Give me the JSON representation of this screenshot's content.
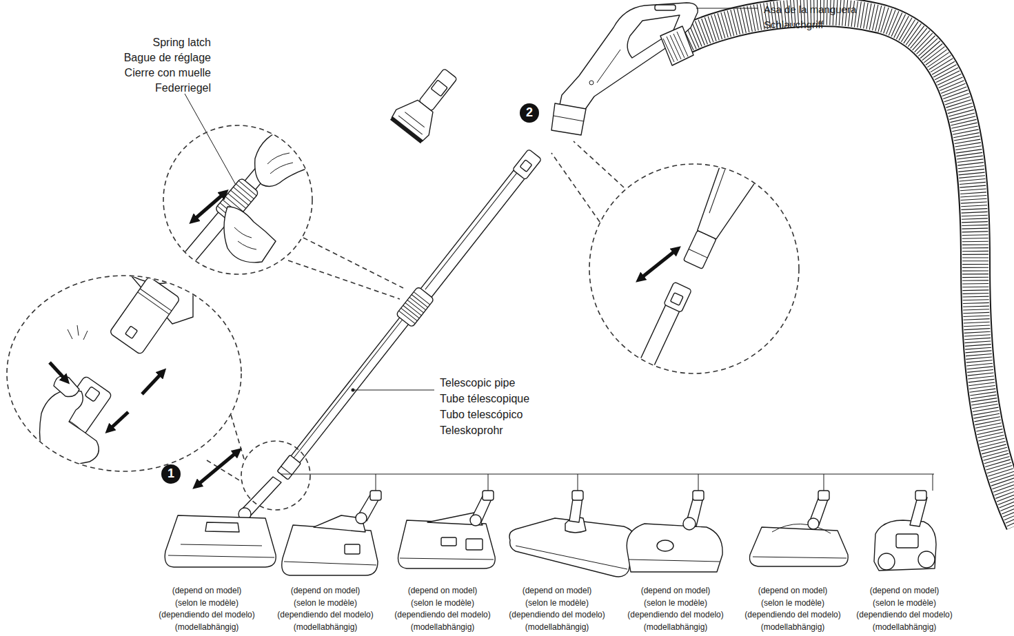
{
  "diagram": {
    "labels": [
      "Asa de la manguera",
      "Schlauchgriff",
      "Spring latch",
      "Bague de réglage",
      "Cierre con muelle",
      "Federriegel",
      "2",
      "Telescopic pipe",
      "Tube télescopique",
      "Tubo telescópico",
      "Teleskoprohr",
      "1",
      "(depend on model)",
      "(selon le modèle)",
      "(dependiendo del modelo)",
      "(modellabhängig)",
      "(depend on model)",
      "(selon le modèle)",
      "(dependiendo del modelo)",
      "(modellabhängig)",
      "(depend on model)",
      "(selon le modèle)",
      "(dependiendo del modelo)",
      "(modellabhängig)",
      "(depend on model)",
      "(selon le modèle)",
      "(dependiendo del modelo)",
      "(modellabhängig)",
      "(depend on model)",
      "(selon le modèle)",
      "(dependiendo del modelo)",
      "(modellabhängig)",
      "(depend on model)",
      "(selon le modèle)",
      "(dependiendo del modelo)",
      "(modellabhängig)",
      "(depend on model)",
      "(selon le modèle)",
      "(dependiendo del modelo)",
      "(modellabhängig)"
    ]
  }
}
